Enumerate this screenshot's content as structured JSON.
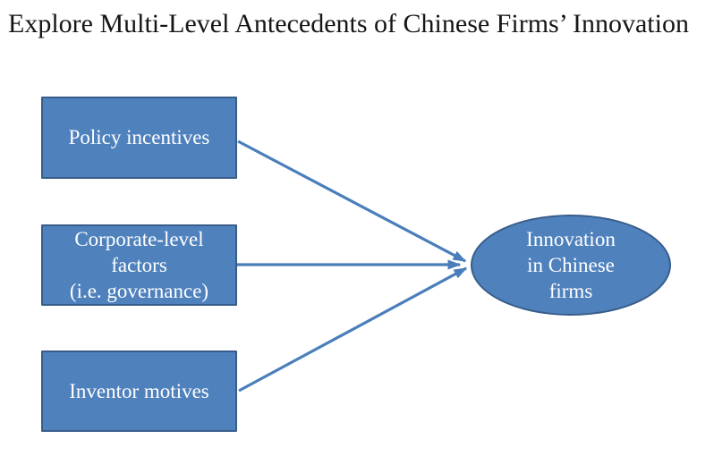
{
  "title": "Explore Multi-Level Antecedents of Chinese Firms’ Innovation",
  "diagram": {
    "boxes": [
      {
        "id": "policy-incentives",
        "lines": [
          "Policy incentives"
        ]
      },
      {
        "id": "corporate-factors",
        "lines": [
          "Corporate-level",
          "factors",
          "(i.e. governance)"
        ]
      },
      {
        "id": "inventor-motives",
        "lines": [
          "Inventor motives"
        ]
      }
    ],
    "ellipse": {
      "id": "innovation-in-chinese-firms",
      "lines": [
        "Innovation",
        "in Chinese",
        "firms"
      ]
    },
    "arrows": [
      {
        "from": "Policy incentives",
        "to": "Innovation in Chinese firms"
      },
      {
        "from": "Corporate-level factors (i.e. governance)",
        "to": "Innovation in Chinese firms"
      },
      {
        "from": "Inventor motives",
        "to": "Innovation in Chinese firms"
      }
    ],
    "colors": {
      "shape_fill": "#4F81BD",
      "shape_border": "#385D8A",
      "arrow": "#4A7EBB",
      "shape_text": "#FFFFFF",
      "title_text": "#161616",
      "background": "#FFFFFF"
    }
  }
}
